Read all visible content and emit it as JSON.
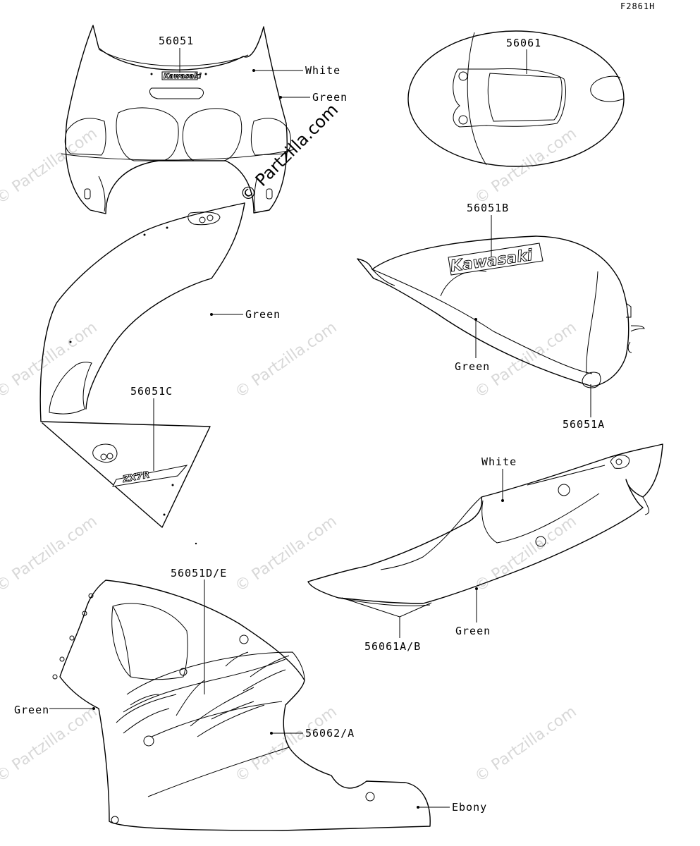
{
  "figure_code": "F2861H",
  "watermark": "© Partzilla.com",
  "logo_text": "Kawasaki",
  "model_text": "ZX7R",
  "callouts": {
    "upper_cowl_part": "56051",
    "upper_white": "White",
    "upper_green": "Green",
    "tank_cover_part": "56061",
    "side_green": "Green",
    "side_part": "56051C",
    "tank_part": "56051B",
    "tank_green": "Green",
    "tank_part_a": "56051A",
    "tail_white": "White",
    "tail_green": "Green",
    "tail_part": "56061A/B",
    "lower_part_de": "56051D/E",
    "lower_green": "Green",
    "lower_part": "56062/A",
    "lower_ebony": "Ebony"
  }
}
